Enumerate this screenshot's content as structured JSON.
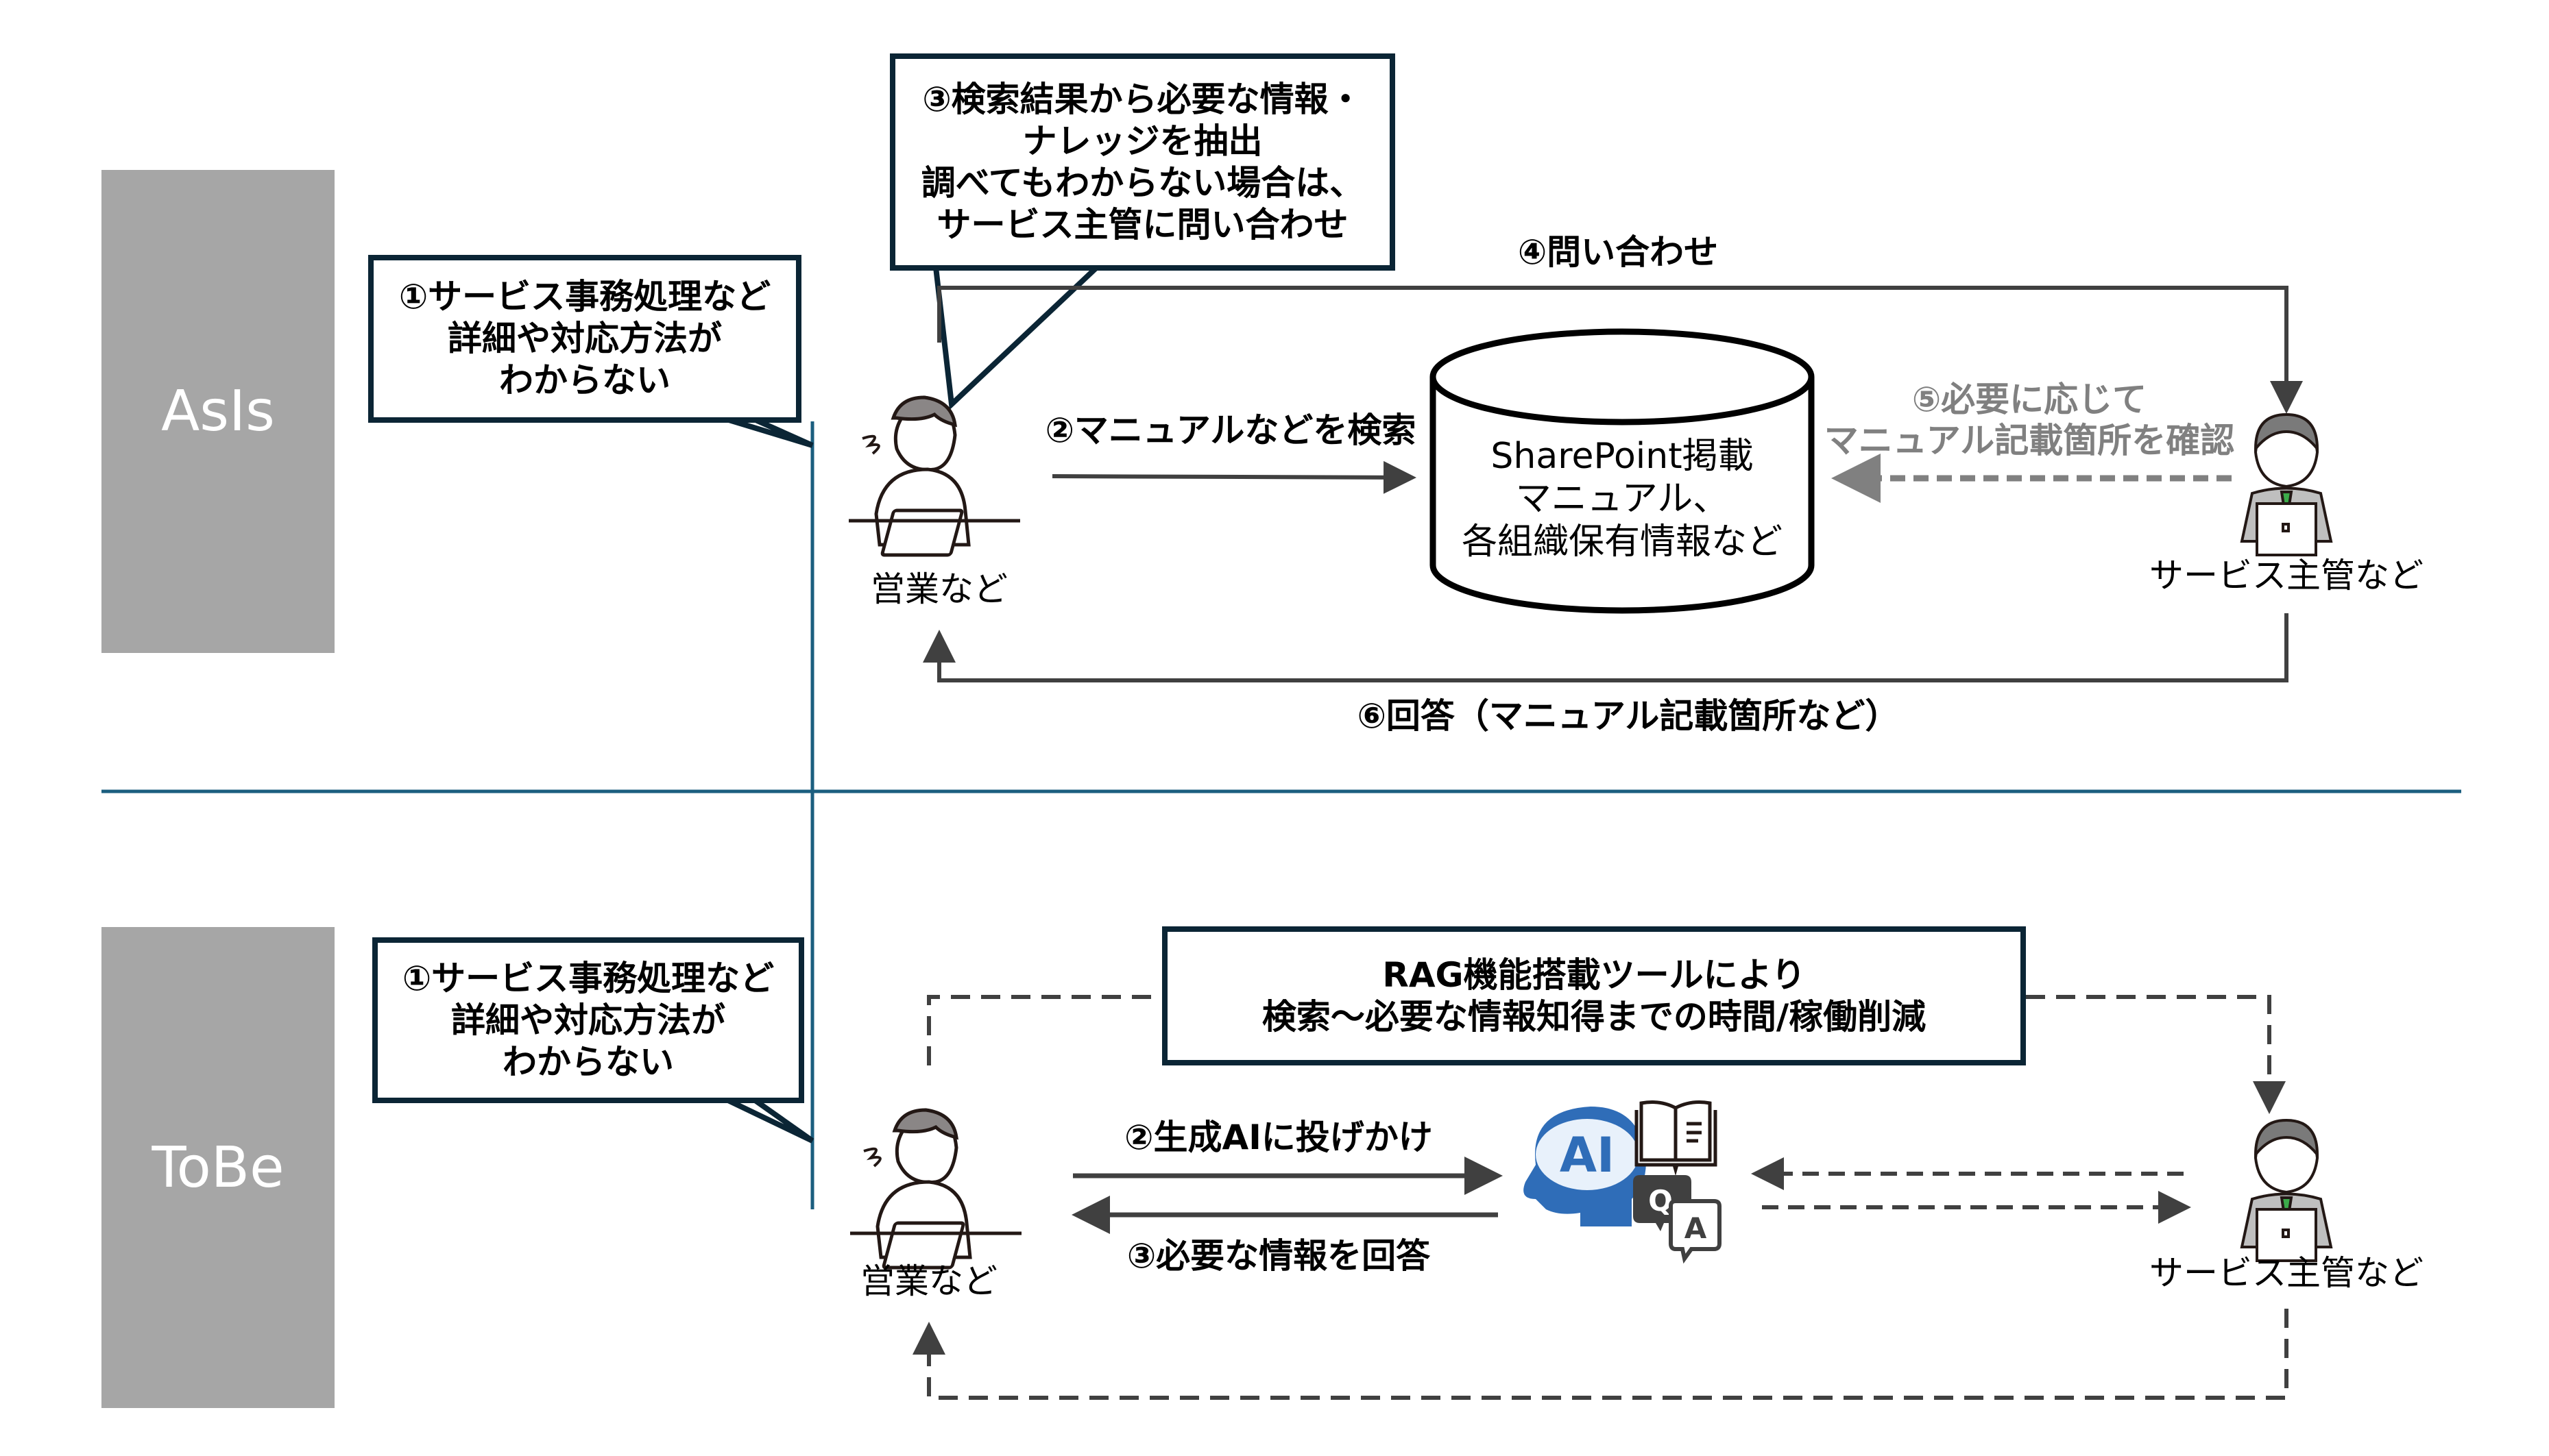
{
  "colors": {
    "phase_bg": "#a6a6a6",
    "callout_border": "#0b2535",
    "separator": "#1b5e7f",
    "arrow": "#404040",
    "muted_label": "#808080",
    "ai_blue": "#2f6db8"
  },
  "asis": {
    "phase_label": "AsIs",
    "callout_1": "①サービス事務処理など\n詳細や対応方法が\nわからない",
    "callout_3": "③検索結果から必要な情報・\nナレッジを抽出\n調べてもわからない場合は、\nサービス主管に問い合わせ",
    "step_2": "②マニュアルなどを検索",
    "step_4": "④問い合わせ",
    "step_5": "⑤必要に応じて\nマニュアル記載箇所を確認",
    "step_6": "⑥回答（マニュアル記載箇所など）",
    "database": "SharePoint掲載\nマニュアル、\n各組織保有情報など",
    "actor_sales": "営業など",
    "actor_owner": "サービス主管など"
  },
  "tobe": {
    "phase_label": "ToBe",
    "callout_1": "①サービス事務処理など\n詳細や対応方法が\nわからない",
    "rag_box": "RAG機能搭載ツールにより\n検索～必要な情報知得までの時間/稼働削減",
    "step_2": "②生成AIに投げかけ",
    "step_3": "③必要な情報を回答",
    "actor_sales": "営業など",
    "actor_owner": "サービス主管など",
    "ai_icon_text": "AI",
    "qa_q": "Q",
    "qa_a": "A"
  }
}
